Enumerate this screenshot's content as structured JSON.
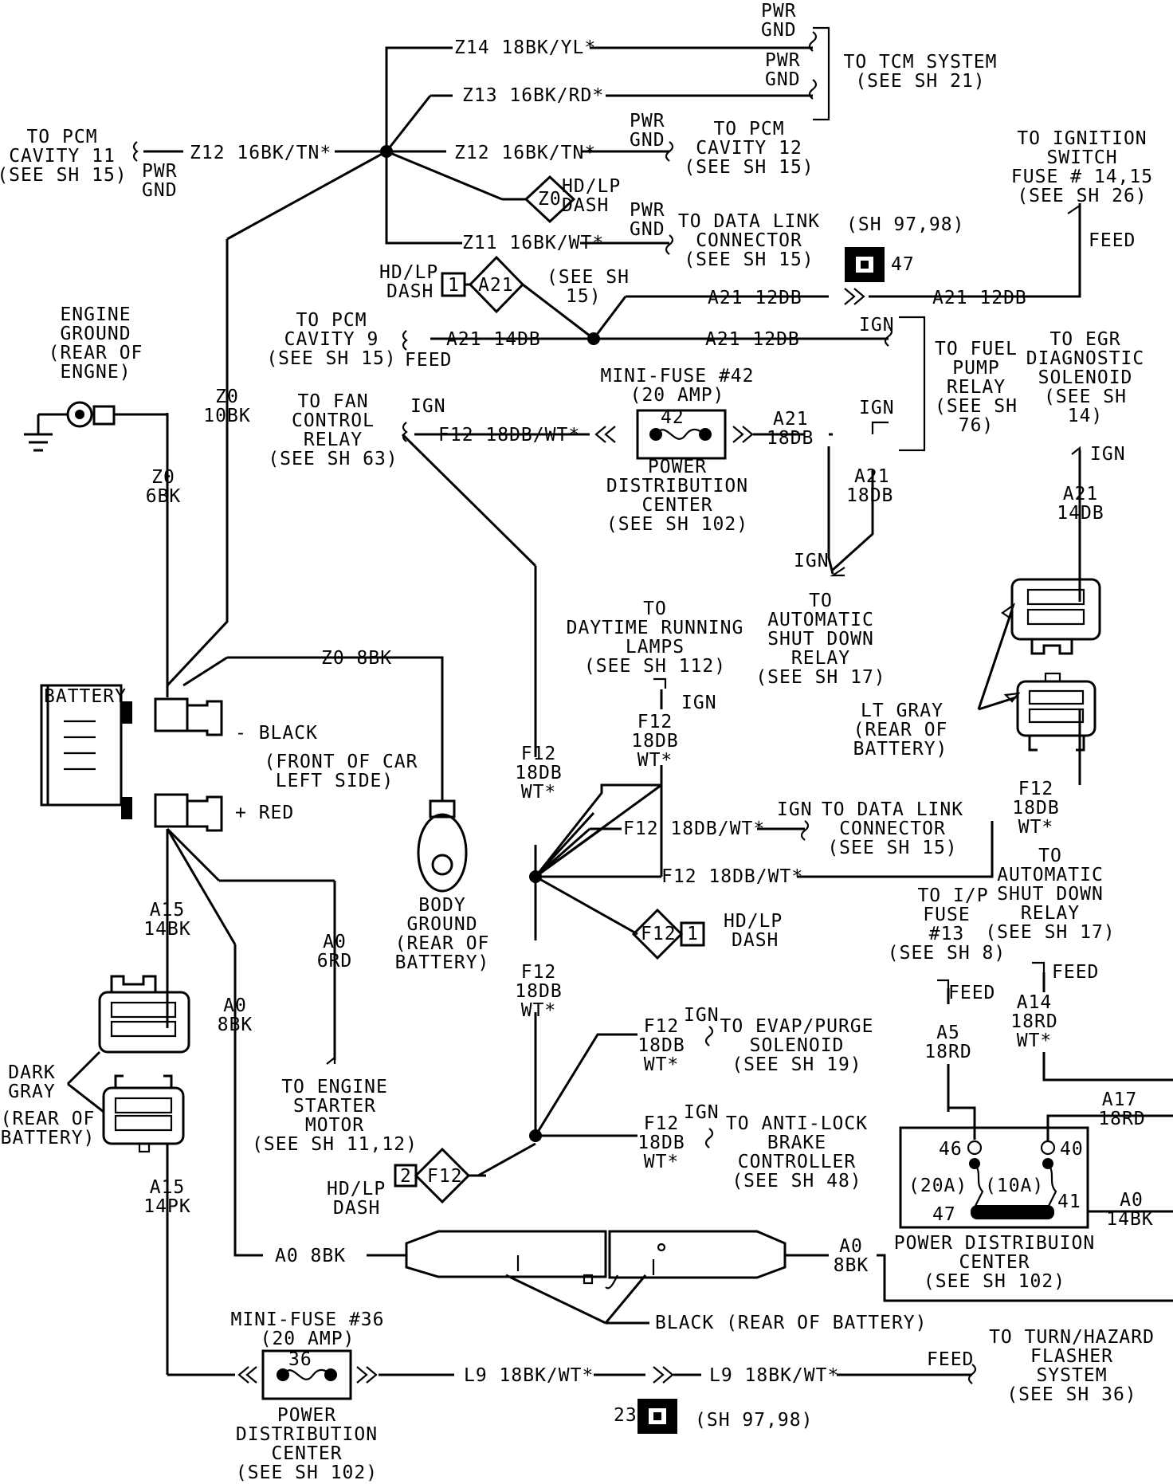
{
  "labels": {
    "z14_wire": "Z14 18BK/YL*",
    "z13_wire": "Z13 16BK/RD*",
    "pwr1": "PWR",
    "gnd1": "GND",
    "pwr2": "PWR",
    "gnd2": "GND",
    "tcm_1": "TO TCM SYSTEM",
    "tcm_2": "(SEE SH 21)",
    "pcm11_1": "TO PCM",
    "pcm11_2": "CAVITY 11",
    "pcm11_3": "(SEE SH 15)",
    "pcm11_pwr": "PWR",
    "pcm11_gnd": "GND",
    "z12_left": "Z12 16BK/TN*",
    "z12_right": "Z12 16BK/TN*",
    "pwr3": "PWR",
    "gnd3": "GND",
    "pcm12_1": "TO PCM",
    "pcm12_2": "CAVITY 12",
    "pcm12_3": "(SEE SH 15)",
    "z0_diamond": "Z0",
    "hdlp1_1": "HD/LP",
    "hdlp1_2": "DASH",
    "z11_wire": "Z11 16BK/WT*",
    "pwr4": "PWR",
    "gnd4": "GND",
    "dlc1_1": "TO DATA LINK",
    "dlc1_2": "CONNECTOR",
    "dlc1_3": "(SEE SH 15)",
    "sh9798_top": "(SH 97,98)",
    "conn47": "47",
    "ign_sw_1": "TO IGNITION",
    "ign_sw_2": "SWITCH",
    "ign_sw_3": "FUSE # 14,15",
    "ign_sw_4": "(SEE SH 26)",
    "feed_top": "FEED",
    "hdlp2_1": "HD/LP",
    "hdlp2_2": "DASH",
    "box1": "1",
    "a21_diamond": "A21",
    "seesh15_1": "(SEE SH",
    "seesh15_2": "15)",
    "a21_12db_1": "A21 12DB",
    "a21_12db_2": "A21 12DB",
    "eng_gnd_1": "ENGINE",
    "eng_gnd_2": "GROUND",
    "eng_gnd_3": "(REAR OF",
    "eng_gnd_4": "ENGNE)",
    "pcm9_1": "TO PCM",
    "pcm9_2": "CAVITY 9",
    "pcm9_3": "(SEE SH 15)",
    "pcm9_feed": "FEED",
    "a21_14db": "A21 14DB",
    "a21_12db_3": "A21 12DB",
    "ign1": "IGN",
    "fuel_1": "TO FUEL",
    "fuel_2": "PUMP",
    "fuel_3": "RELAY",
    "fuel_4": "(SEE SH",
    "fuel_5": "76)",
    "egr_1": "TO EGR",
    "egr_2": "DIAGNOSTIC",
    "egr_3": "SOLENOID",
    "egr_4": "(SEE SH",
    "egr_5": "14)",
    "z0_10bk_1": "Z0",
    "z0_10bk_2": "10BK",
    "fan_1": "TO FAN",
    "fan_2": "CONTROL",
    "fan_3": "RELAY",
    "fan_4": "(SEE SH 63)",
    "ign2": "IGN",
    "mf42_1": "MINI-FUSE #42",
    "mf42_2": "(20 AMP)",
    "mf42_num": "42",
    "f12_wire1": "F12 18DB/WT*",
    "a21_18db_1": "A21",
    "a21_18db_2": "18DB",
    "ign3": "IGN",
    "pdc1_1": "POWER",
    "pdc1_2": "DISTRIBUTION",
    "pdc1_3": "CENTER",
    "pdc1_4": "(SEE SH 102)",
    "a21_18db_3": "A21",
    "a21_18db_4": "18DB",
    "ign4": "IGN",
    "a21_14db_2a": "A21",
    "a21_14db_2b": "14DB",
    "z0_6bk_1": "Z0",
    "z0_6bk_2": "6BK",
    "ign5": "IGN",
    "asd1_1": "TO",
    "asd1_2": "AUTOMATIC",
    "asd1_3": "SHUT DOWN",
    "asd1_4": "RELAY",
    "asd1_5": "(SEE SH 17)",
    "drl_1": "TO",
    "drl_2": "DAYTIME RUNNING",
    "drl_3": "LAMPS",
    "drl_4": "(SEE SH 112)",
    "z0_8bk": "Z0 8BK",
    "battery": "BATTERY",
    "black": "- BLACK",
    "front_1": "(FRONT OF CAR",
    "front_2": "LEFT SIDE)",
    "red": "+ RED",
    "ign6": "IGN",
    "f12_18db_1": "F12",
    "f12_18db_2": "18DB",
    "f12_18db_3": "WT*",
    "f12_left_1": "F12",
    "f12_left_2": "18DB",
    "f12_left_3": "WT*",
    "ltgray_1": "LT GRAY",
    "ltgray_2": "(REAR OF",
    "ltgray_3": "BATTERY)",
    "ign7": "IGN",
    "dlc2_1": "TO DATA LINK",
    "dlc2_2": "CONNECTOR",
    "dlc2_3": "(SEE SH 15)",
    "f12_wire2": "F12 18DB/WT*",
    "f12_r_1": "F12",
    "f12_r_2": "18DB",
    "f12_r_3": "WT*",
    "f12_wire3": "F12 18DB/WT*",
    "asd2_1": "TO",
    "asd2_2": "AUTOMATIC",
    "asd2_3": "SHUT DOWN",
    "asd2_4": "RELAY",
    "asd2_5": "(SEE SH 17)",
    "body_1": "BODY",
    "body_2": "GROUND",
    "body_3": "(REAR OF",
    "body_4": "BATTERY)",
    "f12_diamond1": "F12",
    "box2": "1",
    "hdlp3_1": "HD/LP",
    "hdlp3_2": "DASH",
    "ipfuse_1": "TO I/P",
    "ipfuse_2": "FUSE",
    "ipfuse_3": "#13",
    "ipfuse_4": "(SEE SH 8)",
    "a15_14bk_1": "A15",
    "a15_14bk_2": "14BK",
    "a0_6rd_1": "A0",
    "a0_6rd_2": "6RD",
    "feed_r1": "FEED",
    "feed_r2": "FEED",
    "a0_8bk_1": "A0",
    "a0_8bk_2": "8BK",
    "f12_mid_1": "F12",
    "f12_mid_2": "18DB",
    "f12_mid_3": "WT*",
    "a14_1": "A14",
    "a14_2": "18RD",
    "a14_3": "WT*",
    "a5_1": "A5",
    "a5_2": "18RD",
    "darkgray_1": "DARK",
    "darkgray_2": "GRAY",
    "darkgray_3": "(REAR OF",
    "darkgray_4": "BATTERY)",
    "ign8": "IGN",
    "f12_evap_1": "F12",
    "f12_evap_2": "18DB",
    "f12_evap_3": "WT*",
    "evap_1": "TO EVAP/PURGE",
    "evap_2": "SOLENOID",
    "evap_3": "(SEE SH 19)",
    "starter_1": "TO ENGINE",
    "starter_2": "STARTER",
    "starter_3": "MOTOR",
    "starter_4": "(SEE SH 11,12)",
    "ign9": "IGN",
    "f12_abs_1": "F12",
    "f12_abs_2": "18DB",
    "f12_abs_3": "WT*",
    "abs_1": "TO ANTI-LOCK",
    "abs_2": "BRAKE",
    "abs_3": "CONTROLLER",
    "abs_4": "(SEE SH 48)",
    "a17_1": "A17",
    "a17_2": "18RD",
    "pdc_46": "46",
    "pdc_40": "40",
    "pdc_20a": "(20A)",
    "pdc_10a": "(10A)",
    "pdc_41": "41",
    "pdc_47": "47",
    "a0_14bk_1": "A0",
    "a0_14bk_2": "14BK",
    "a15_14pk_1": "A15",
    "a15_14pk_2": "14PK",
    "hdlp4_1": "HD/LP",
    "hdlp4_2": "DASH",
    "box3": "2",
    "f12_diamond2": "F12",
    "pdc2_1": "POWER DISTRIBUION",
    "pdc2_2": "CENTER",
    "pdc2_3": "(SEE SH 102)",
    "a0_8bk_wire": "A0 8BK",
    "a0_8bk_r1": "A0",
    "a0_8bk_r2": "8BK",
    "black_rear": "BLACK (REAR OF BATTERY)",
    "mf36_1": "MINI-FUSE #36",
    "mf36_2": "(20 AMP)",
    "mf36_num": "36",
    "l9_1": "L9 18BK/WT*",
    "l9_2": "L9 18BK/WT*",
    "feed_bottom": "FEED",
    "turn_1": "TO TURN/HAZARD",
    "turn_2": "FLASHER",
    "turn_3": "SYSTEM",
    "turn_4": "(SEE SH 36)",
    "conn23": "23",
    "sh9798_bot": "(SH 97,98)",
    "pdc3_1": "POWER",
    "pdc3_2": "DISTRIBUTION",
    "pdc3_3": "CENTER",
    "pdc3_4": "(SEE SH 102)"
  }
}
